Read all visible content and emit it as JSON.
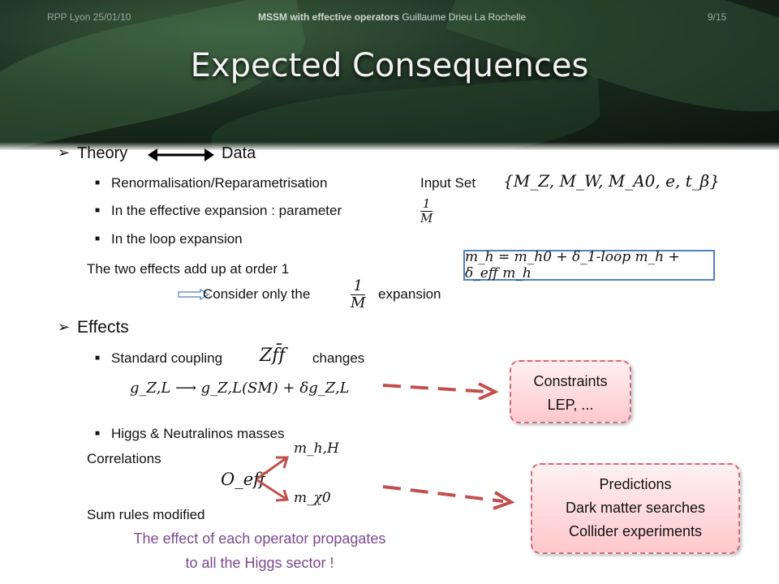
{
  "header": {
    "event": "RPP Lyon 25/01/10",
    "talk_title": "MSSM with effective operators",
    "author": "Guillaume Drieu La Rochelle",
    "page": "9/15",
    "slide_title": "Expected Consequences"
  },
  "theory": {
    "left": "Theory",
    "right": "Data",
    "renorm": "Renormalisation/Reparametrisation",
    "input_set_label": "Input Set",
    "input_set_math": "{M_Z, M_W, M_A0, e, t_β}",
    "effective_expansion": "In the effective expansion : parameter",
    "frac_num": "1",
    "frac_den": "M",
    "loop_expansion": "In the loop expansion",
    "add_up": "The two effects add up at order 1",
    "consider_pre": "Consider only the",
    "consider_post": "expansion",
    "mass_formula": "m_h = m_h0 + δ_1-loop m_h + δ_eff m_h"
  },
  "effects": {
    "heading": "Effects",
    "standard_coupling": "Standard coupling",
    "coupling_math": "Zf̄f",
    "changes": "changes",
    "coupling_formula": "g_Z,L ⟶ g_Z,L(SM) + δg_Z,L",
    "higgs": "Higgs & Neutralinos masses",
    "correlations": "Correlations",
    "operator": "O_eff",
    "mhH": "m_h,H",
    "mchi": "m_χ0",
    "sum_rules": "Sum rules modified",
    "propagates_line1": "The effect of each operator propagates",
    "propagates_line2": "to all the Higgs sector !"
  },
  "boxes": {
    "constraints": [
      "Constraints",
      "LEP, ..."
    ],
    "predictions": [
      "Predictions",
      "Dark matter searches",
      "Collider experiments"
    ]
  },
  "colors": {
    "header_dark": "#0b120d",
    "purple_text": "#7a4a8c",
    "arrow_red": "#c0504d",
    "formula_box_border": "#4f81bd",
    "pink_box_border": "#c9707a"
  }
}
